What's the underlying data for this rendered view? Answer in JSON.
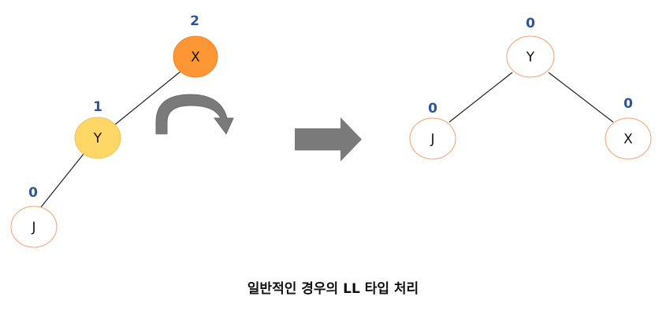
{
  "colors": {
    "orange_fill": "#fd9635",
    "yellow_fill": "#fed766",
    "node_stroke": "#f4a070",
    "edge": "#222222",
    "balance_text": "#2e5597",
    "arrow_gray": "#7a7a7a"
  },
  "left_tree": {
    "x": {
      "label": "X",
      "balance": "2"
    },
    "y": {
      "label": "Y",
      "balance": "1"
    },
    "j": {
      "label": "J",
      "balance": "0"
    }
  },
  "right_tree": {
    "y": {
      "label": "Y",
      "balance": "0"
    },
    "j": {
      "label": "J",
      "balance": "0"
    },
    "x": {
      "label": "X",
      "balance": "0"
    }
  },
  "icons": [
    "rotate-arrow-icon",
    "right-arrow-icon"
  ],
  "caption": "일반적인 경우의 LL 타입 처리"
}
